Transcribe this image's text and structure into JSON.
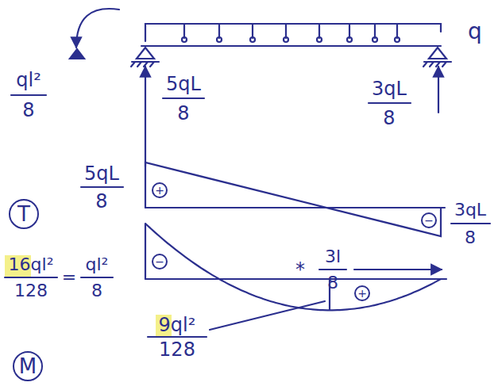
{
  "diagram": {
    "nodes": [
      {
        "text": [
          "+"
        ]
      },
      {
        "text": [
          "T"
        ]
      },
      {
        "text": [
          "−"
        ]
      },
      {
        "text": [
          "−"
        ]
      },
      {
        "text": [
          "+"
        ]
      },
      {
        "text": [
          "M"
        ]
      }
    ],
    "labels": [
      "q",
      "ql²",
      "8",
      "5qL",
      "8",
      "3qL",
      "8",
      "5qL",
      "8",
      "3qL",
      "8",
      "16ql²",
      "128",
      "=",
      "ql²",
      "8",
      "*",
      "3l",
      "8",
      "9ql²",
      "128"
    ]
  }
}
